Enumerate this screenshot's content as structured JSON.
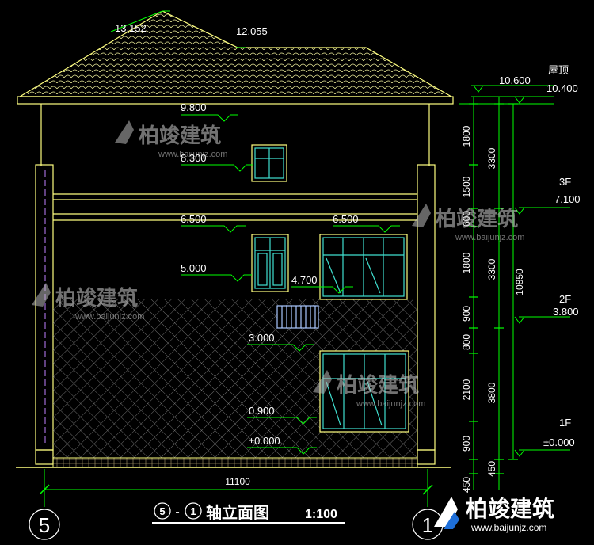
{
  "drawing": {
    "title_text": "轴立面图",
    "from_axis": "5",
    "to_axis": "1",
    "dash": "-",
    "scale": "1:100",
    "bottom_axis_left": "5",
    "bottom_axis_right": "1"
  },
  "elevations": {
    "ridge": "13.152",
    "roof_top": "12.055",
    "eave": "9.800",
    "window_3f_sill": "8.300",
    "window_2f_top_left": "6.500",
    "window_2f_top_right": "6.500",
    "window_2f_sill_left": "5.000",
    "window_2f_sill_right": "4.700",
    "window_1f_top": "3.000",
    "window_1f_sill": "0.900",
    "ground": "±0.000"
  },
  "right_levels": {
    "roof_label": "屋顶",
    "roof_a": "10.600",
    "roof_b": "10.400",
    "f3_label": "3F",
    "f3": "7.100",
    "f2_label": "2F",
    "f2": "3.800",
    "f1_label": "1F",
    "f1": "±0.000"
  },
  "dimensions": {
    "col1": [
      "1800",
      "1500",
      "600",
      "1800",
      "900",
      "800",
      "2100",
      "900",
      "450"
    ],
    "col2": [
      "3300",
      "3300",
      "3800",
      "450"
    ],
    "total": "10850",
    "width": "11100"
  },
  "watermark": {
    "brand": "柏竣建筑",
    "url": "www.baijunjz.com"
  },
  "colors": {
    "line": "#ffff80",
    "dim": "#00ff00",
    "window": "#40e0d0",
    "text": "#ffffff",
    "hatch": "#9a9a9a",
    "accent": "#c080ff"
  }
}
